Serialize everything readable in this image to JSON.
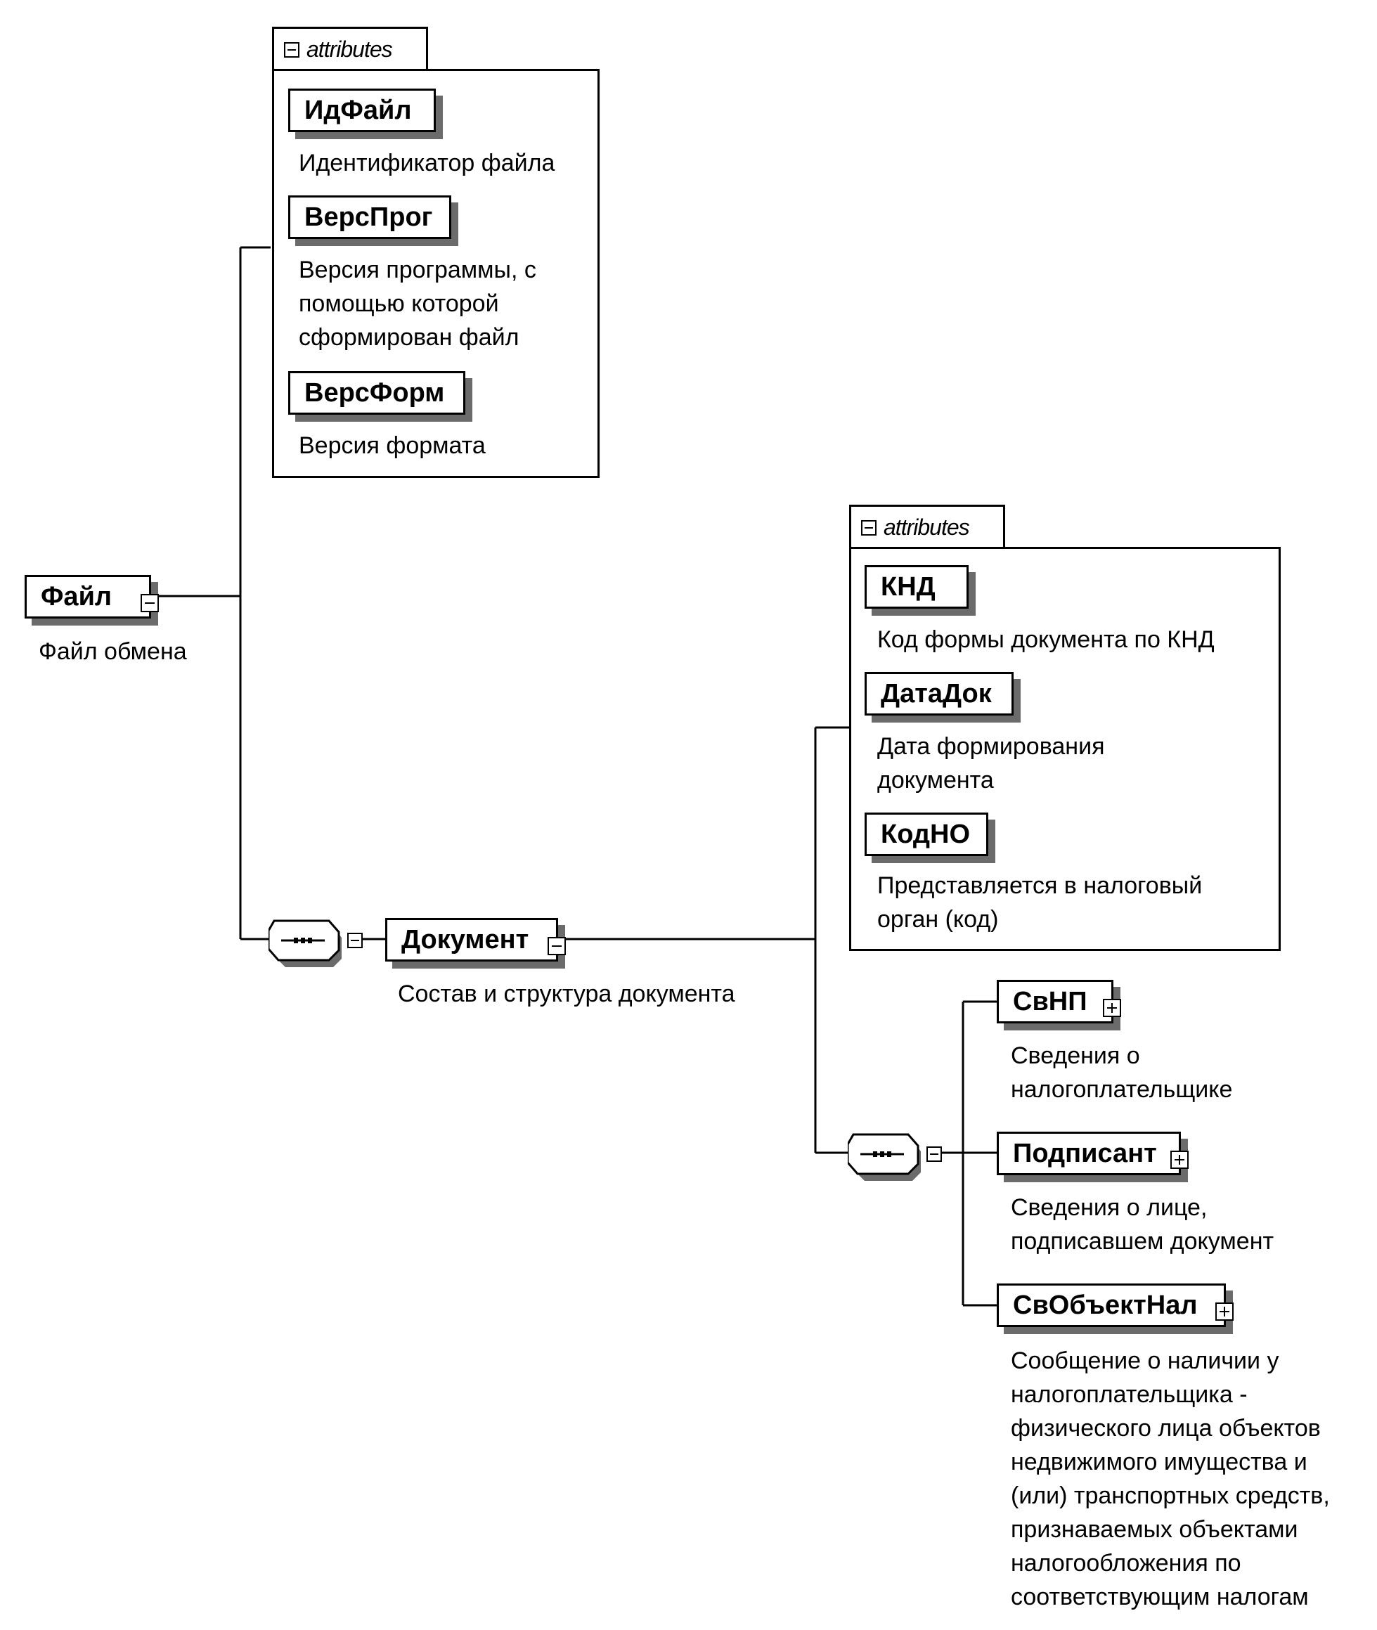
{
  "colors": {
    "line": "#000000",
    "shadow": "#6b6b6b",
    "background": "#ffffff"
  },
  "root": {
    "name": "Файл",
    "description": "Файл обмена",
    "toggle_icon": "minus-box-icon"
  },
  "root_attributes": {
    "tab_label": "attributes",
    "items": [
      {
        "name": "ИдФайл",
        "description": "Идентификатор файла"
      },
      {
        "name": "ВерсПрог",
        "description_lines": [
          "Версия программы, с",
          "помощью которой",
          "сформирован файл"
        ]
      },
      {
        "name": "ВерсФорм",
        "description": "Версия формата"
      }
    ]
  },
  "document": {
    "name": "Документ",
    "description": "Состав и структура документа",
    "sequence_icon": "sequence-compositor-icon"
  },
  "document_attributes": {
    "tab_label": "attributes",
    "items": [
      {
        "name": "КНД",
        "description": "Код формы документа по КНД"
      },
      {
        "name": "ДатаДок",
        "description_lines": [
          "Дата формирования",
          "документа"
        ]
      },
      {
        "name": "КодНО",
        "description_lines": [
          "Представляется в налоговый",
          "орган (код)"
        ]
      }
    ]
  },
  "document_children": [
    {
      "name": "СвНП",
      "description_lines": [
        "Сведения о",
        "налогоплательщике"
      ],
      "toggle_icon": "plus-box-icon"
    },
    {
      "name": "Подписант",
      "description_lines": [
        "Сведения о лице,",
        "подписавшем документ"
      ],
      "toggle_icon": "plus-box-icon"
    },
    {
      "name": "СвОбъектНал",
      "description_lines": [
        "Сообщение о наличии у",
        "налогоплательщика -",
        "физического лица объектов",
        "недвижимого имущества и",
        "(или) транспортных средств,",
        "признаваемых объектами",
        "налогообложения по",
        "соответствующим налогам"
      ],
      "toggle_icon": "plus-box-icon"
    }
  ]
}
